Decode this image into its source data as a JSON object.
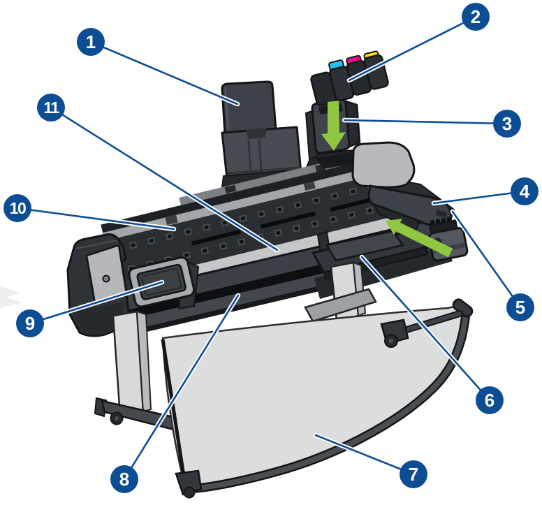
{
  "diagram": {
    "type": "printer-parts-callout-diagram",
    "description": "Front view of a large-format printer with numbered part callouts",
    "callouts": [
      {
        "label": "1"
      },
      {
        "label": "2"
      },
      {
        "label": "3"
      },
      {
        "label": "4"
      },
      {
        "label": "5"
      },
      {
        "label": "6"
      },
      {
        "label": "7"
      },
      {
        "label": "8"
      },
      {
        "label": "9"
      },
      {
        "label": "10"
      },
      {
        "label": "11"
      }
    ],
    "colors": {
      "callout_blue": "#0d4d94",
      "leader_line_blue": "#0d4d94",
      "leader_line_casing": "#ffffff",
      "arrow_green": "#8fc642",
      "ink_cyan": "#2abdef",
      "ink_magenta": "#ec0d8c",
      "ink_yellow": "#fbe400"
    }
  }
}
